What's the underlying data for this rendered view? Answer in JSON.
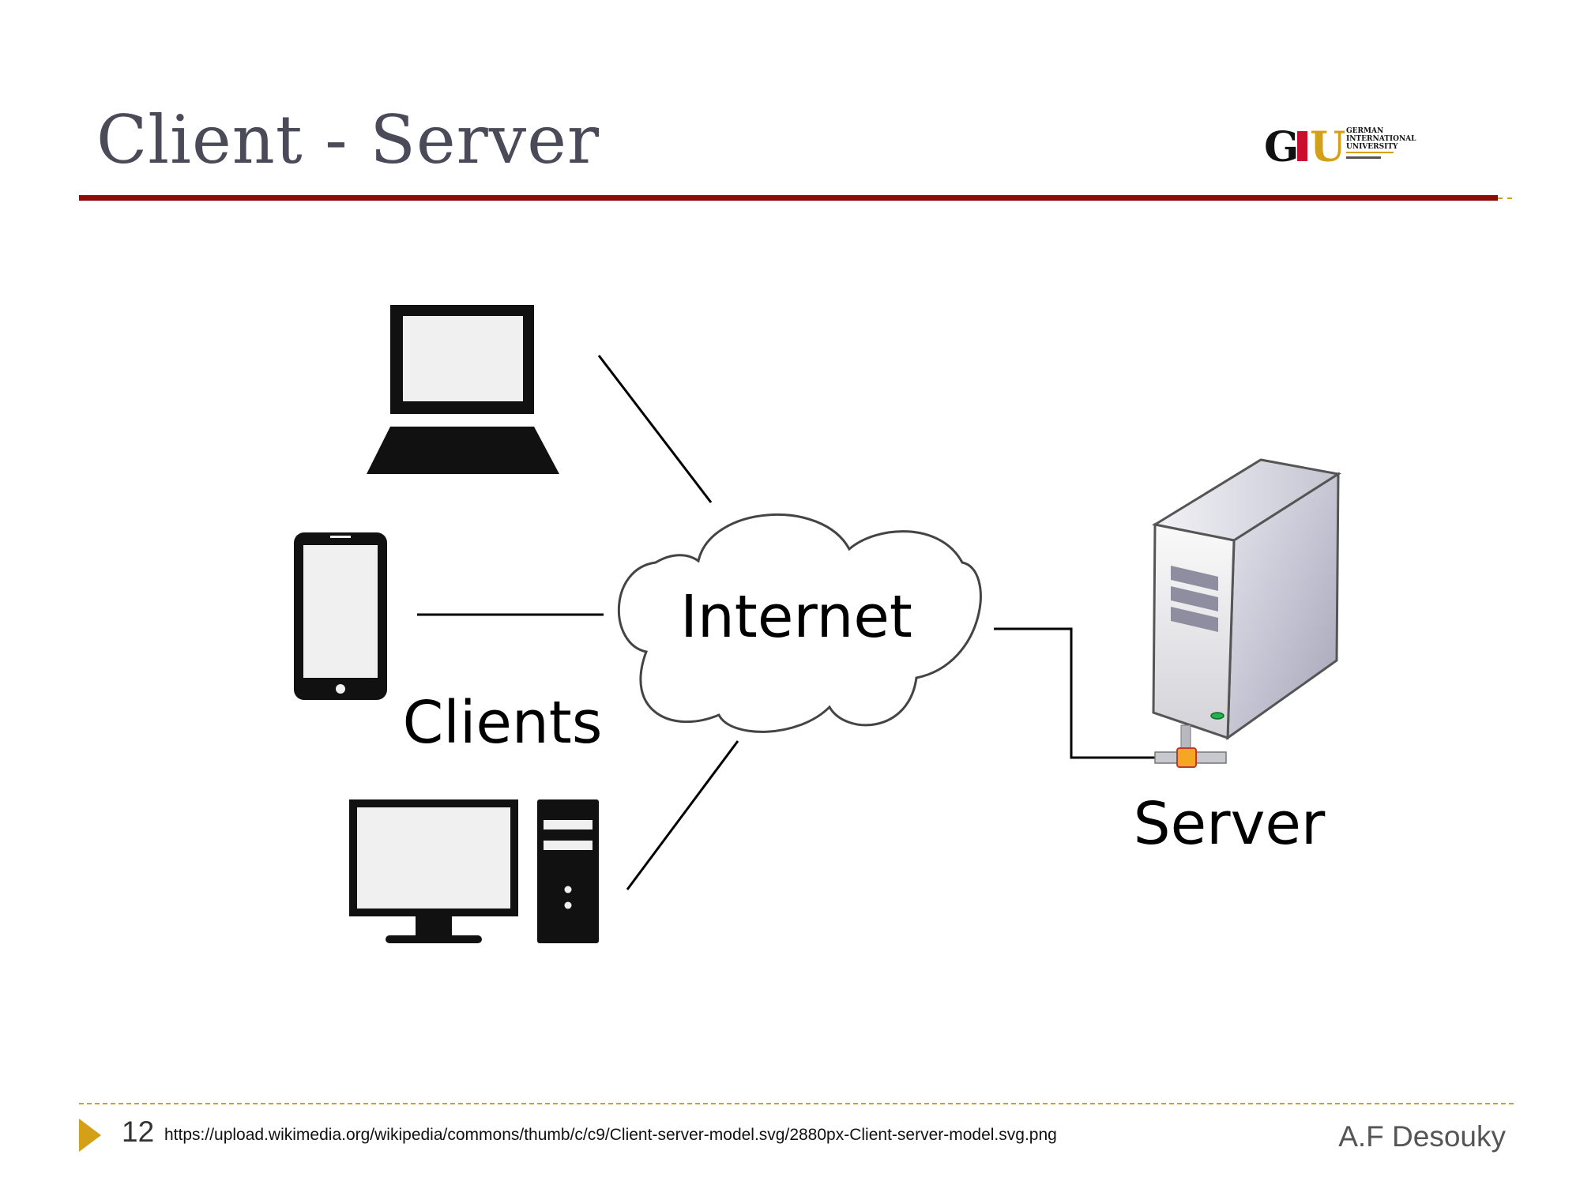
{
  "slide": {
    "title": "Client - Server",
    "page_number": "12",
    "source_url": "https://upload.wikimedia.org/wikipedia/commons/thumb/c/c9/Client-server-model.svg/2880px-Client-server-model.svg.png",
    "author": "A.F Desouky"
  },
  "logo": {
    "letters": "GIU",
    "text_lines": [
      "GERMAN",
      "INTERNATIONAL",
      "UNIVERSITY"
    ],
    "colors": {
      "g": "#111111",
      "i": "#c8102e",
      "u": "#d4a017"
    }
  },
  "diagram": {
    "cloud_label": "Internet",
    "clients_label": "Clients",
    "server_label": "Server",
    "client_icons": [
      "laptop-icon",
      "smartphone-icon",
      "desktop-computer-icon"
    ],
    "server_icon": "server-tower-icon"
  },
  "colors": {
    "title_rule": "#8b0a0a",
    "accent_gold": "#d4a017",
    "title_text": "#4a4a58"
  }
}
